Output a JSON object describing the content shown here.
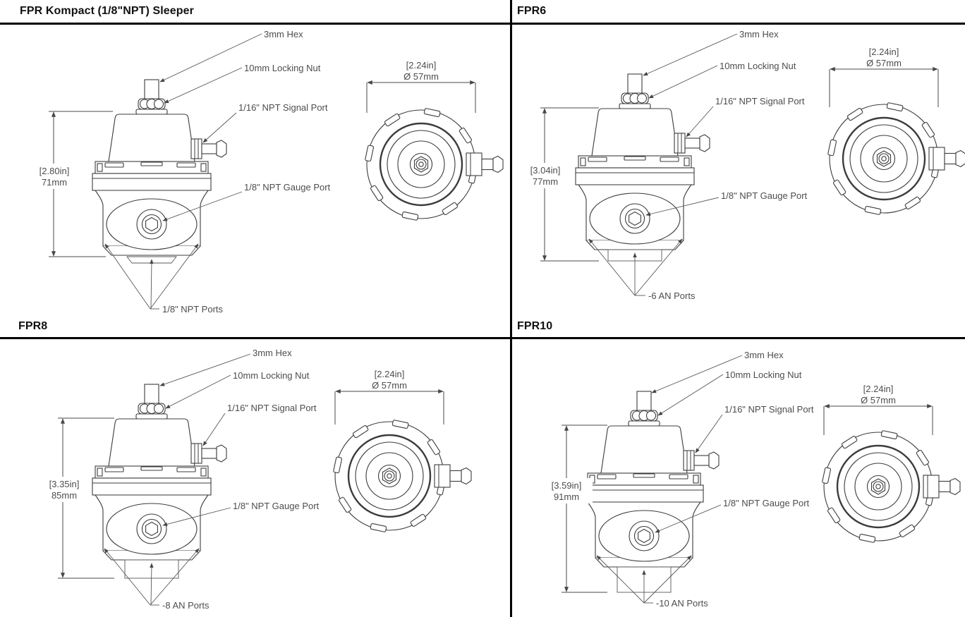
{
  "document": {
    "type": "technical-drawing-datasheet",
    "subject": "Fuel pressure regulator dimension drawings"
  },
  "colors": {
    "line": "#3c3c3c",
    "label": "#4d4d4d",
    "title": "#111111",
    "divider": "#000000",
    "background": "#ffffff"
  },
  "panels": [
    {
      "id": "kompact-sleeper",
      "title": "FPR Kompact (1/8\"NPT) Sleeper",
      "labels": {
        "hex": "3mm Hex",
        "locking_nut": "10mm Locking Nut",
        "signal_port": "1/16\" NPT Signal Port",
        "gauge_port": "1/8\" NPT Gauge Port",
        "bottom_ports": "1/8\" NPT Ports"
      },
      "height_dim": {
        "inches": "[2.80in]",
        "mm": "71mm"
      },
      "diameter_dim": {
        "inches": "[2.24in]",
        "mm": "Ø 57mm"
      }
    },
    {
      "id": "fpr6",
      "title": "FPR6",
      "labels": {
        "hex": "3mm Hex",
        "locking_nut": "10mm Locking Nut",
        "signal_port": "1/16\" NPT Signal Port",
        "gauge_port": "1/8\" NPT Gauge Port",
        "bottom_ports": "-6 AN Ports"
      },
      "height_dim": {
        "inches": "[3.04in]",
        "mm": "77mm"
      },
      "diameter_dim": {
        "inches": "[2.24in]",
        "mm": "Ø 57mm"
      }
    },
    {
      "id": "fpr8",
      "title": "FPR8",
      "labels": {
        "hex": "3mm Hex",
        "locking_nut": "10mm Locking Nut",
        "signal_port": "1/16\" NPT Signal Port",
        "gauge_port": "1/8\" NPT Gauge Port",
        "bottom_ports": "-8 AN Ports"
      },
      "height_dim": {
        "inches": "[3.35in]",
        "mm": "85mm"
      },
      "diameter_dim": {
        "inches": "[2.24in]",
        "mm": "Ø 57mm"
      }
    },
    {
      "id": "fpr10",
      "title": "FPR10",
      "labels": {
        "hex": "3mm Hex",
        "locking_nut": "10mm Locking Nut",
        "signal_port": "1/16\" NPT Signal Port",
        "gauge_port": "1/8\" NPT Gauge Port",
        "bottom_ports": "-10 AN Ports"
      },
      "height_dim": {
        "inches": "[3.59in]",
        "mm": "91mm"
      },
      "diameter_dim": {
        "inches": "[2.24in]",
        "mm": "Ø 57mm"
      }
    }
  ]
}
